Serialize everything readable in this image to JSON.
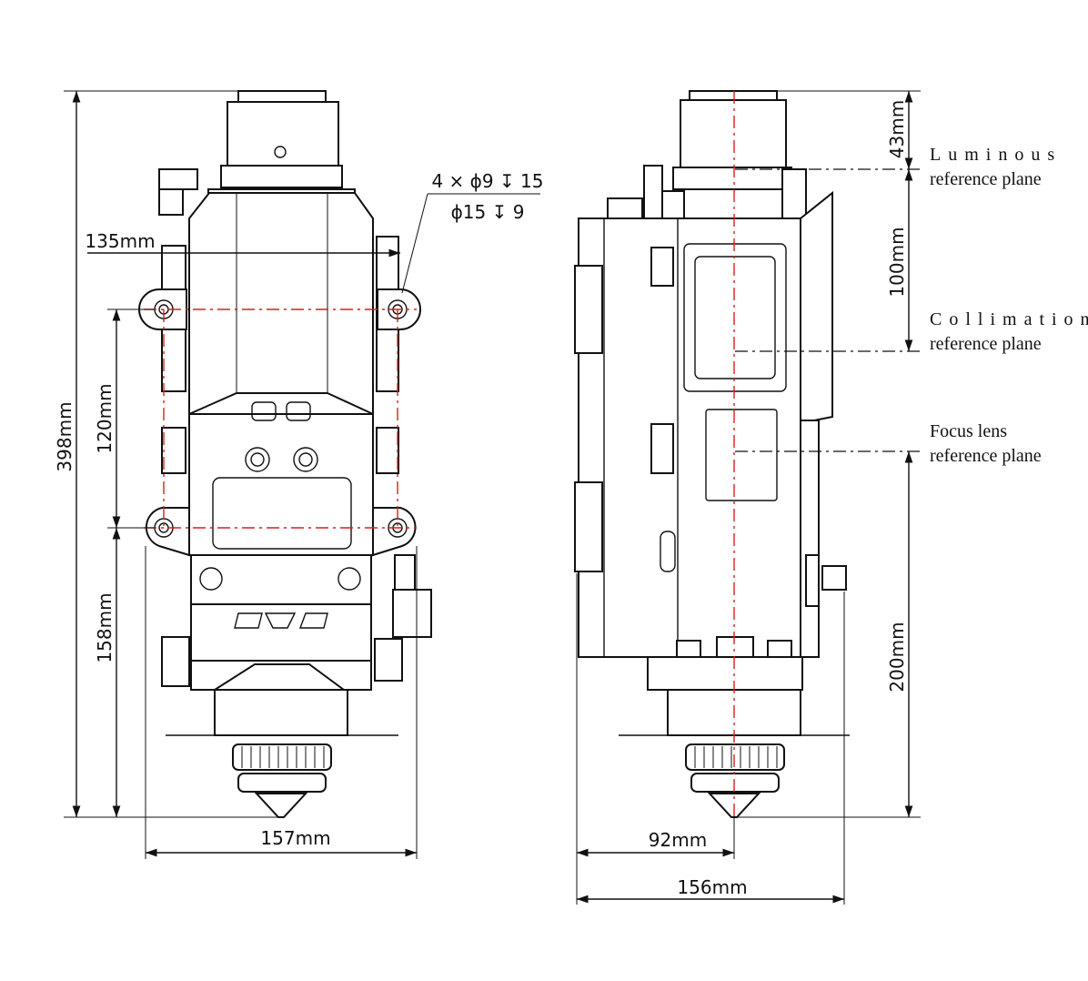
{
  "dimensions": {
    "front_height_total": "398mm",
    "front_width_mount": "135mm",
    "front_hole_spacing": "120mm",
    "front_lower_height": "158mm",
    "front_width_total": "157mm",
    "hole_spec_line1": "4 × ϕ9 ↧ 15",
    "hole_spec_line2": "ϕ15 ↧ 9",
    "side_top": "43mm",
    "side_collimation": "100mm",
    "side_focus": "200mm",
    "side_axis_offset": "92mm",
    "side_width_total": "156mm"
  },
  "reference_planes": {
    "luminous_line1": "Luminous",
    "luminous_line2": "reference plane",
    "collimation_line1": "Collimation",
    "collimation_line2": "reference plane",
    "focus_line1": "Focus lens",
    "focus_line2": "reference plane"
  },
  "colors": {
    "outline": "#111111",
    "centerline": "#d81e1e"
  }
}
